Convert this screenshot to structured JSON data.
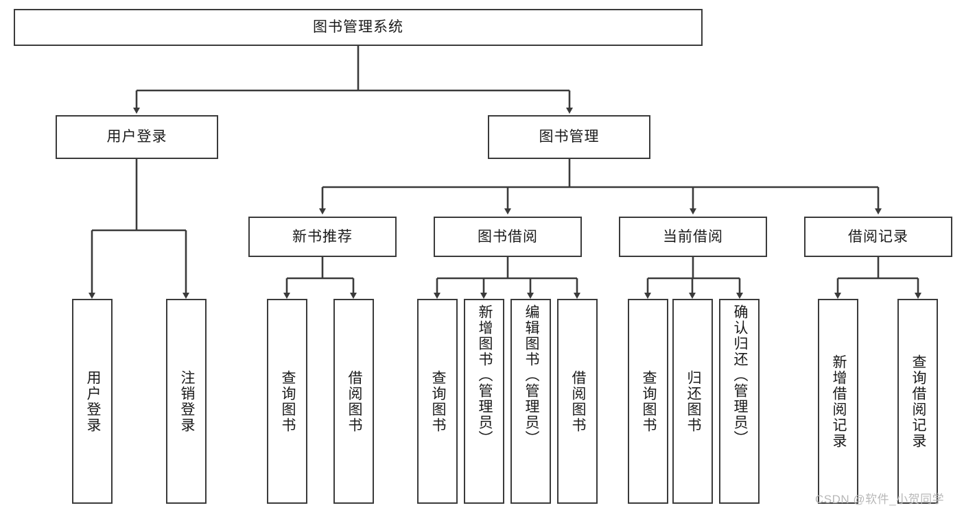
{
  "diagram": {
    "type": "hierarchy-tree",
    "title": "图书管理系统",
    "root": {
      "label": "图书管理系统"
    },
    "level2": [
      {
        "label": "用户登录"
      },
      {
        "label": "图书管理"
      }
    ],
    "level3": [
      {
        "label": "新书推荐"
      },
      {
        "label": "图书借阅"
      },
      {
        "label": "当前借阅"
      },
      {
        "label": "借阅记录"
      }
    ],
    "leaves": {
      "user_login": [
        {
          "label": "用户登录"
        },
        {
          "label": "注销登录"
        }
      ],
      "new_book_recommend": [
        {
          "label": "查询图书"
        },
        {
          "label": "借阅图书"
        }
      ],
      "book_borrow": [
        {
          "label": "查询图书"
        },
        {
          "label": "新增图书（管理员）"
        },
        {
          "label": "编辑图书（管理员）"
        },
        {
          "label": "借阅图书"
        }
      ],
      "current_borrow": [
        {
          "label": "查询图书"
        },
        {
          "label": "归还图书"
        },
        {
          "label": "确认归还（管理员）"
        }
      ],
      "borrow_records": [
        {
          "label": "新增借阅记录"
        },
        {
          "label": "查询借阅记录"
        }
      ]
    }
  },
  "watermark": {
    "text": "CSDN @软件_小贺同学"
  },
  "colors": {
    "stroke": "#3a3a3a",
    "fill": "#ffffff",
    "text": "#1a1a1a",
    "watermark": "#b8b8b8"
  }
}
